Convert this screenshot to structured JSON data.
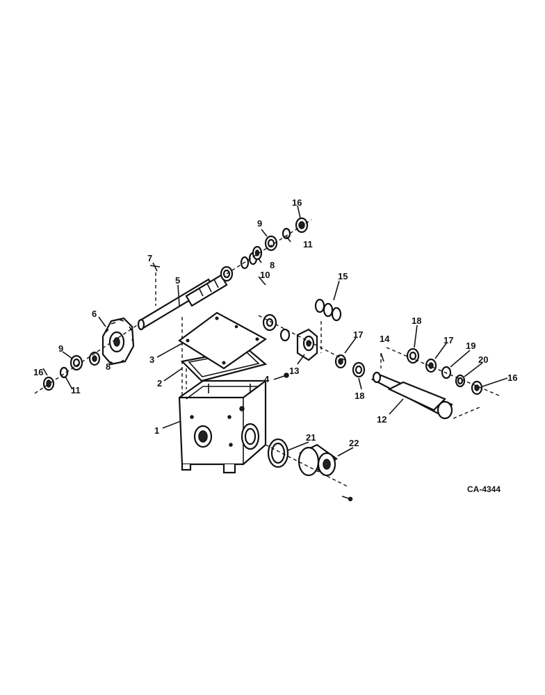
{
  "diagram": {
    "catalog_code": "CA-4344",
    "callouts": {
      "c1": "1",
      "c2": "2",
      "c3": "3",
      "c4": "4",
      "c5": "5",
      "c6": "6",
      "c7": "7",
      "c8a": "8",
      "c8b": "8",
      "c9a": "9",
      "c9b": "9",
      "c10": "10",
      "c11a": "11",
      "c11b": "11",
      "c12": "12",
      "c13": "13",
      "c14": "14",
      "c15": "15",
      "c16a": "16",
      "c16b": "16",
      "c16c": "16",
      "c17a": "17",
      "c17b": "17",
      "c18a": "18",
      "c18b": "18",
      "c19": "19",
      "c20": "20",
      "c21": "21",
      "c22": "22"
    }
  }
}
